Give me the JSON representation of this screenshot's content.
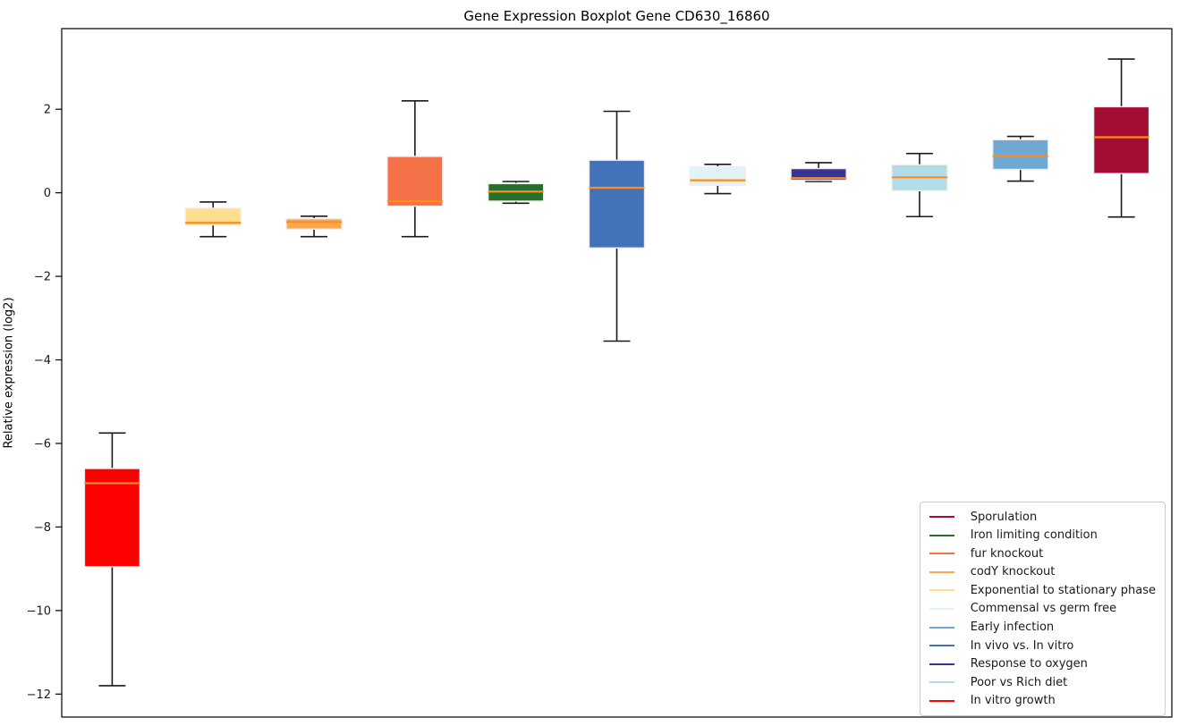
{
  "chart_data": {
    "type": "boxplot",
    "title": "Gene Expression Boxplot Gene CD630_16860",
    "xlabel": "",
    "ylabel": "Relative expression (log2)",
    "ylim": [
      -12.55,
      3.93
    ],
    "grid": false,
    "background": "#ffffff",
    "median_color": "#ff8c1a",
    "whisker_color": "#1a1a1a",
    "yticks": [
      {
        "value": 2,
        "label": "2"
      },
      {
        "value": 0,
        "label": "0"
      },
      {
        "value": -2,
        "label": "−2"
      },
      {
        "value": -4,
        "label": "−4"
      },
      {
        "value": -6,
        "label": "−6"
      },
      {
        "value": -8,
        "label": "−8"
      },
      {
        "value": -10,
        "label": "−10"
      },
      {
        "value": -12,
        "label": "−12"
      }
    ],
    "series": [
      {
        "name": "In vitro growth",
        "color": "#ff0000",
        "whisker_low": -11.8,
        "q1": -8.95,
        "median": -6.95,
        "q3": -6.6,
        "whisker_high": -5.75
      },
      {
        "name": "Exponential to stationary phase",
        "color": "#ffde8f",
        "whisker_low": -1.05,
        "q1": -0.77,
        "median": -0.72,
        "q3": -0.37,
        "whisker_high": -0.22
      },
      {
        "name": "codY knockout",
        "color": "#f9a850",
        "whisker_low": -1.05,
        "q1": -0.87,
        "median": -0.7,
        "q3": -0.62,
        "whisker_high": -0.56
      },
      {
        "name": "fur knockout",
        "color": "#f47046",
        "whisker_low": -1.05,
        "q1": -0.32,
        "median": -0.2,
        "q3": 0.87,
        "whisker_high": 2.2
      },
      {
        "name": "Iron limiting condition",
        "color": "#27702c",
        "whisker_low": -0.25,
        "q1": -0.2,
        "median": 0.03,
        "q3": 0.22,
        "whisker_high": 0.27
      },
      {
        "name": "In vivo vs. In vitro",
        "color": "#4472b8",
        "whisker_low": -3.55,
        "q1": -1.32,
        "median": 0.12,
        "q3": 0.78,
        "whisker_high": 1.95
      },
      {
        "name": "Commensal vs germ free",
        "color": "#e2f3f8",
        "whisker_low": -0.02,
        "q1": 0.18,
        "median": 0.3,
        "q3": 0.62,
        "whisker_high": 0.68
      },
      {
        "name": "Response to oxygen",
        "color": "#34349b",
        "whisker_low": 0.27,
        "q1": 0.3,
        "median": 0.35,
        "q3": 0.58,
        "whisker_high": 0.72
      },
      {
        "name": "Poor vs Rich diet",
        "color": "#b2dce8",
        "whisker_low": -0.57,
        "q1": 0.05,
        "median": 0.37,
        "q3": 0.67,
        "whisker_high": 0.94
      },
      {
        "name": "Early infection",
        "color": "#6fa9d3",
        "whisker_low": 0.28,
        "q1": 0.56,
        "median": 0.88,
        "q3": 1.27,
        "whisker_high": 1.35
      },
      {
        "name": "Sporulation",
        "color": "#a50d33",
        "whisker_low": -0.58,
        "q1": 0.46,
        "median": 1.33,
        "q3": 2.06,
        "whisker_high": 3.2
      }
    ],
    "legend": {
      "position": "lower right",
      "entries": [
        {
          "label": "Sporulation",
          "color": "#a50d33"
        },
        {
          "label": "Iron limiting condition",
          "color": "#27702c"
        },
        {
          "label": "fur knockout",
          "color": "#f47046"
        },
        {
          "label": "codY knockout",
          "color": "#f9a850"
        },
        {
          "label": "Exponential to stationary phase",
          "color": "#ffde8f"
        },
        {
          "label": "Commensal vs germ free",
          "color": "#e2f3f8"
        },
        {
          "label": "Early infection",
          "color": "#6fa9d3"
        },
        {
          "label": "In vivo vs. In vitro",
          "color": "#4472b8"
        },
        {
          "label": "Response to oxygen",
          "color": "#34349b"
        },
        {
          "label": "Poor vs Rich diet",
          "color": "#b2dce8"
        },
        {
          "label": "In vitro growth",
          "color": "#ff0000"
        }
      ]
    }
  }
}
